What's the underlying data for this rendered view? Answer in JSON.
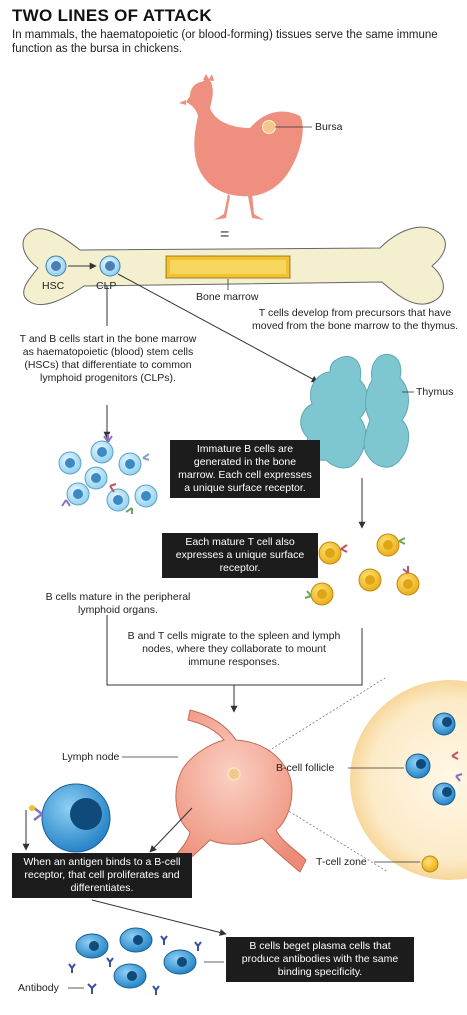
{
  "title": "TWO LINES OF ATTACK",
  "subtitle": "In mammals, the haematopoietic (or blood-forming) tissues serve the same immune function as the bursa in chickens.",
  "labels": {
    "bursa": "Bursa",
    "equals": "=",
    "hsc": "HSC",
    "clp": "CLP",
    "bone_marrow": "Bone marrow",
    "t_cells_develop": "T cells develop from precursors that have moved from the bone marrow to the thymus.",
    "t_and_b_start": "T and B cells start in the bone marrow as haematopoietic (blood) stem cells (HSCs) that differentiate to common lymphoid progenitors (CLPs).",
    "thymus": "Thymus",
    "b_mature": "B cells mature in the peripheral lymphoid organs.",
    "migrate": "B and T cells migrate to the spleen and lymph nodes, where they collaborate to mount immune responses.",
    "lymph_node": "Lymph node",
    "b_cell_follicle": "B-cell follicle",
    "t_cell_zone": "T-cell zone",
    "antibody": "Antibody"
  },
  "boxes": {
    "immature_b": "Immature B cells are generated in the bone marrow. Each cell expresses a unique surface receptor.",
    "mature_t": "Each mature T cell also expresses a unique surface receptor.",
    "antigen_binds": "When an antigen binds to a B-cell receptor, that cell proliferates and differentiates.",
    "plasma": "B cells beget plasma cells that produce antibodies with the same binding specificity."
  },
  "colors": {
    "chicken": "#ee8f7f",
    "bone": "#f3efcf",
    "marrow": "#f2c22e",
    "thymus": "#7fc7d0",
    "b_cell": "#2f8fd0",
    "t_cell": "#f2c01e",
    "receptor": "#8a6fbf",
    "lymph_node": "#f2a18b",
    "follicle_bg": "#fbe8c3",
    "box_bg": "#1c1c1c"
  }
}
